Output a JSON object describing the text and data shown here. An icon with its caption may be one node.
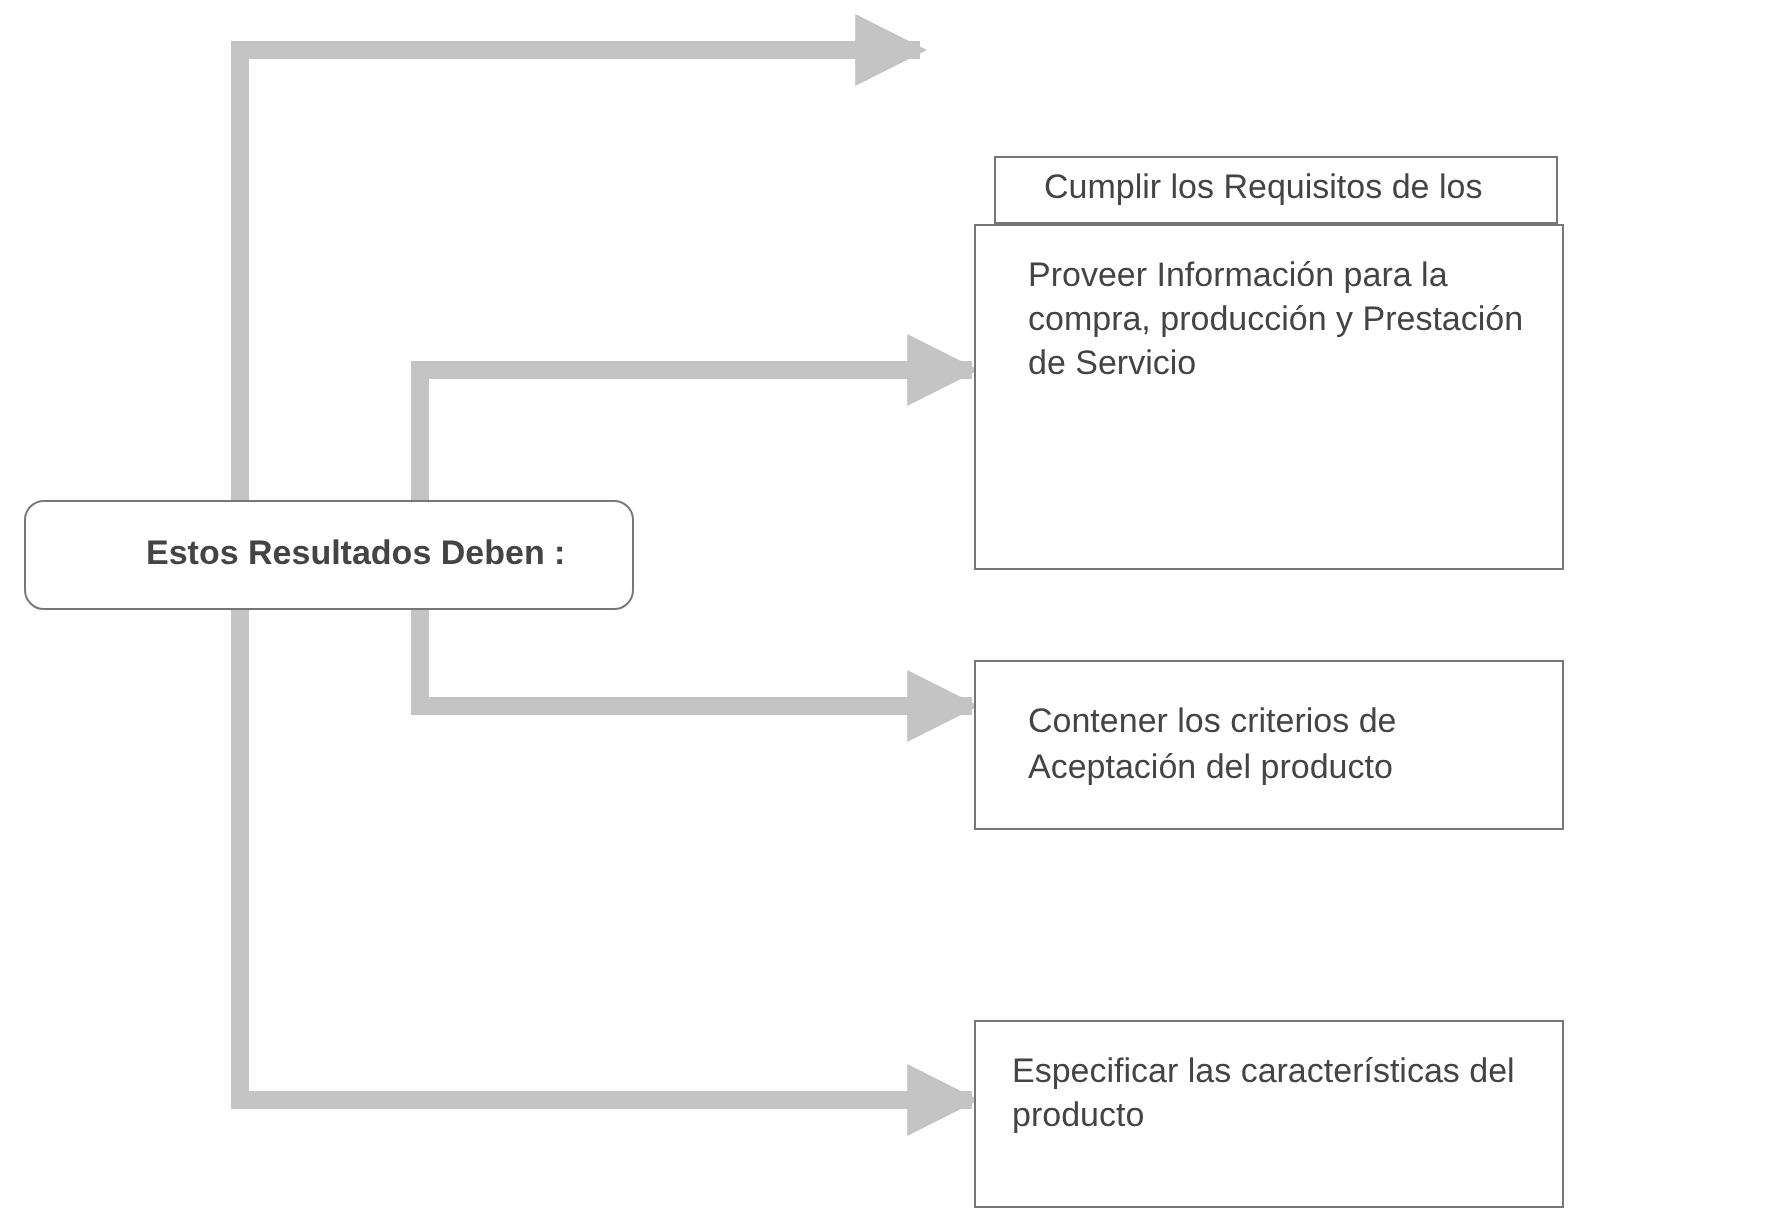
{
  "diagram": {
    "nodes": [
      {
        "text": [
          "Estos Resultados Deben :"
        ]
      },
      {
        "text": [
          "Cumplir los Requisitos de los"
        ]
      },
      {
        "text": [
          "Proveer Información para la compra, producción y Prestación de Servicio"
        ]
      },
      {
        "text": [
          "Contener los criterios de Aceptación del producto"
        ]
      },
      {
        "text": [
          "Especificar las características del producto"
        ]
      }
    ],
    "edges": [
      {
        "from": 0,
        "to": null,
        "arrow": "to"
      },
      {
        "from": 0,
        "to": 2,
        "arrow": "to"
      },
      {
        "from": 0,
        "to": 3,
        "arrow": "to"
      },
      {
        "from": 0,
        "to": 4,
        "arrow": "to"
      }
    ]
  }
}
